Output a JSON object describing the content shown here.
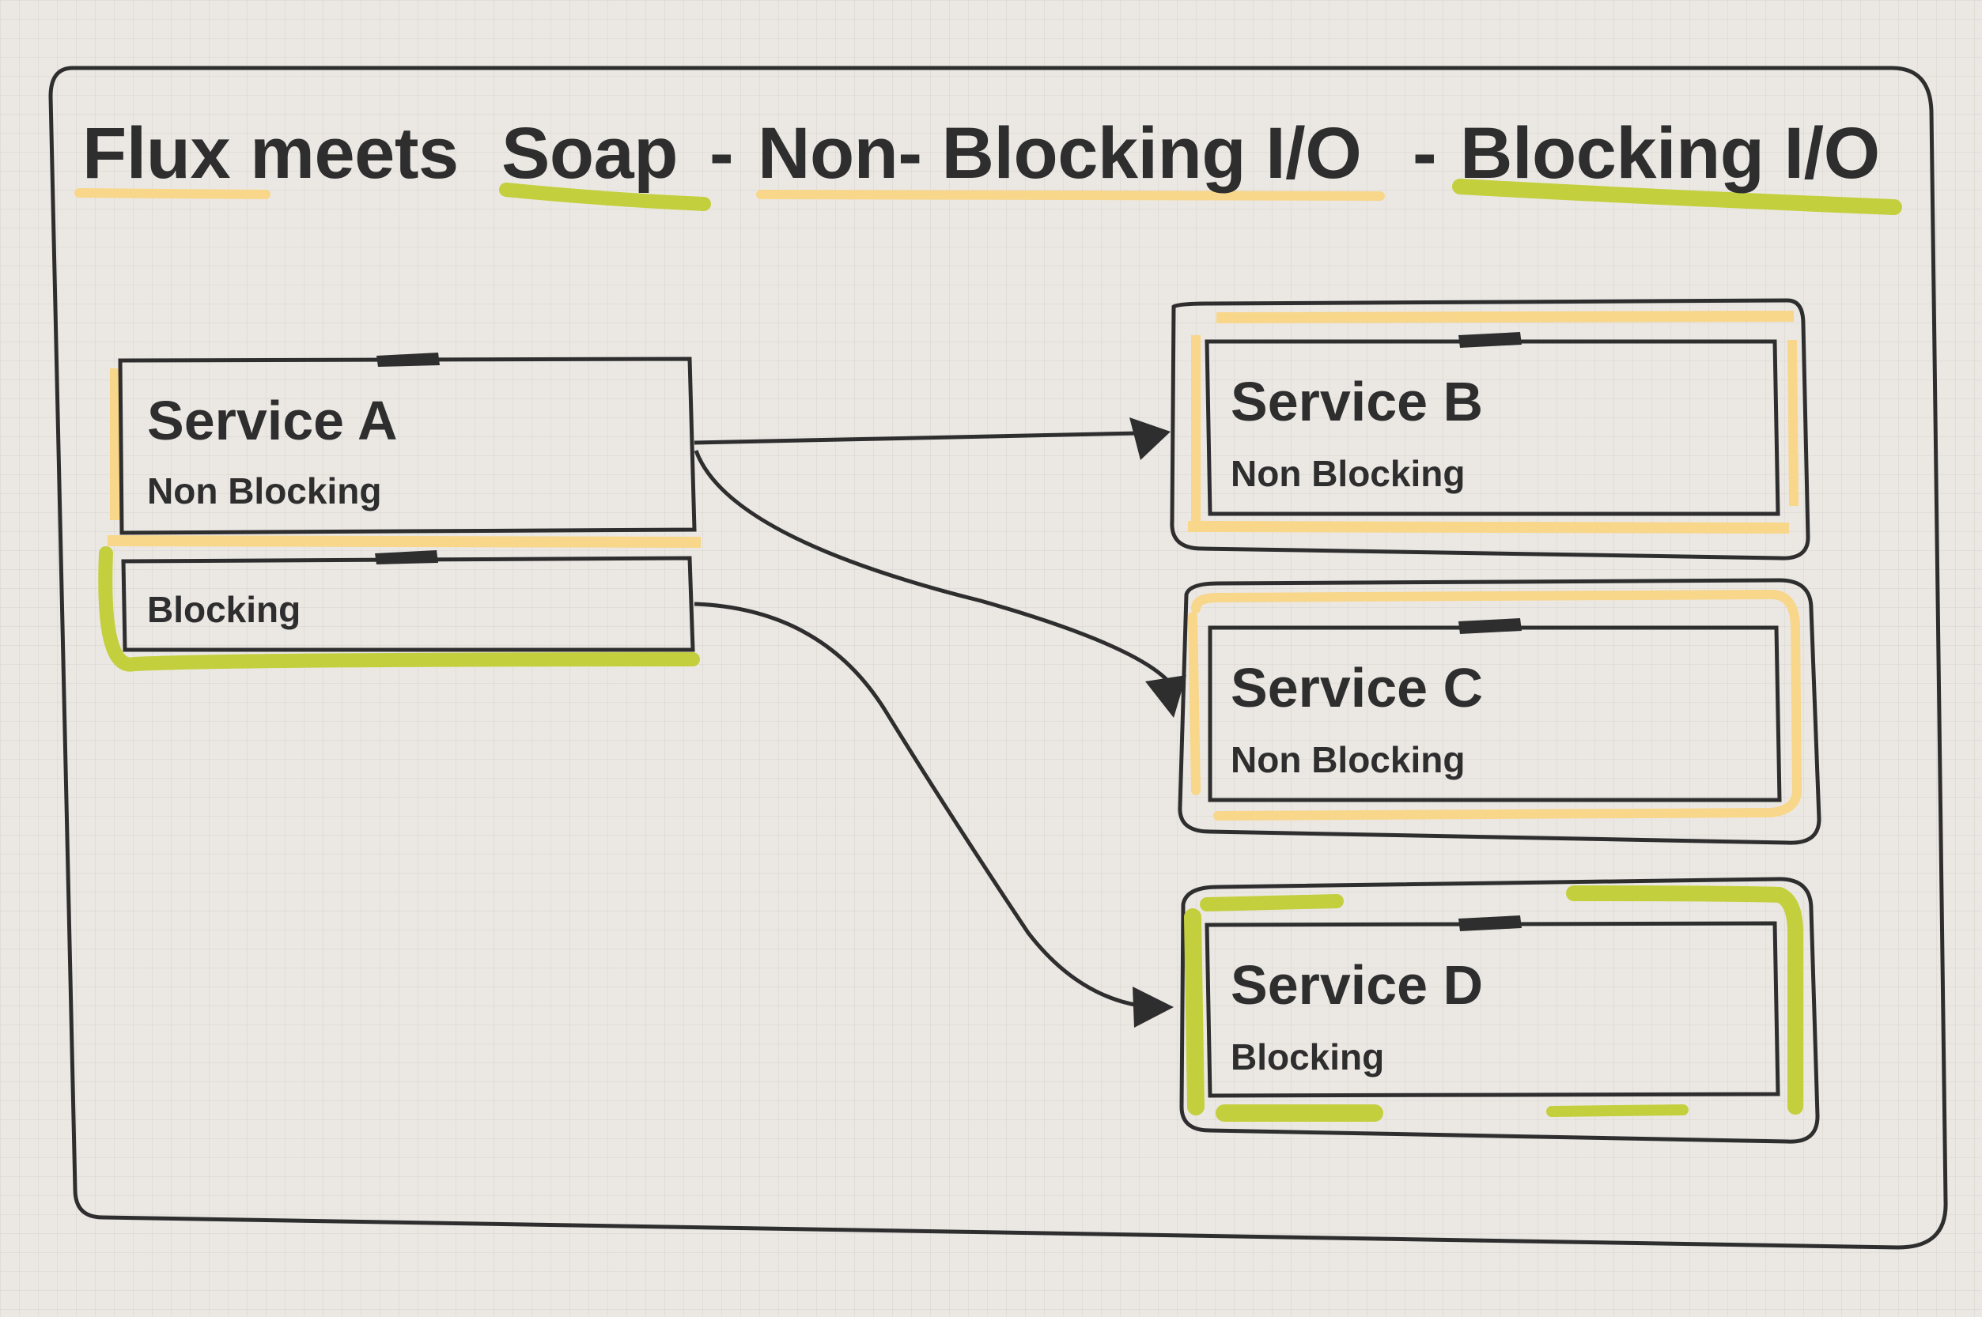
{
  "title": {
    "parts": [
      "Flux meets",
      "Soap",
      "-",
      "Non- Blocking I/O",
      "-",
      "Blocking I/O"
    ]
  },
  "colors": {
    "non_blocking_highlight": "#f8d68a",
    "blocking_highlight": "#c4cf3e",
    "ink": "#2e2e2e",
    "background": "#ebe8e4"
  },
  "services": {
    "a": {
      "name": "Service A",
      "mode": "Non Blocking",
      "blocking_section_label": "Blocking"
    },
    "b": {
      "name": "Service B",
      "mode": "Non Blocking"
    },
    "c": {
      "name": "Service C",
      "mode": "Non Blocking"
    },
    "d": {
      "name": "Service D",
      "mode": "Blocking"
    }
  }
}
